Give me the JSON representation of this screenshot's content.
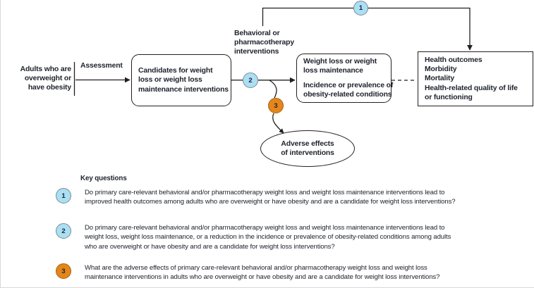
{
  "diagram": {
    "population_label": "Adults who are\noverweight or\nhave obesity",
    "population_lines": [
      "Adults who are",
      "overweight or",
      "have obesity"
    ],
    "assessment_label": "Assessment",
    "interventions_label_lines": [
      "Behavioral or",
      "pharmacotherapy",
      "interventions"
    ],
    "boxes": [
      {
        "id": "candidates",
        "shape": "rounded-rect",
        "paragraphs": [
          [
            "Candidates for weight",
            "loss or weight loss",
            "maintenance interventions"
          ]
        ]
      },
      {
        "id": "weight-loss",
        "shape": "rounded-rect",
        "paragraphs": [
          [
            "Weight loss or weight",
            "loss maintenance"
          ],
          [
            "Incidence or prevalence of",
            "obesity-related conditions"
          ]
        ]
      },
      {
        "id": "health-outcomes",
        "shape": "rect",
        "paragraphs": [
          [
            "Health outcomes",
            "Morbidity",
            "Mortality",
            "Health-related quality of life",
            "or functioning"
          ]
        ]
      }
    ],
    "ellipse": {
      "id": "adverse-effects",
      "lines": [
        "Adverse effects",
        "of interventions"
      ]
    },
    "badges": [
      {
        "id": "kq1-flow",
        "number": "1",
        "color": "#aadff4"
      },
      {
        "id": "kq2-flow",
        "number": "2",
        "color": "#aadff4"
      },
      {
        "id": "kq3-flow",
        "number": "3",
        "color": "#e4861b"
      }
    ]
  },
  "key_questions": {
    "title": "Key questions",
    "items": [
      {
        "number": "1",
        "color": "#aadff4",
        "lines": [
          "Do primary care-relevant behavioral and/or pharmacotherapy weight loss and weight loss maintenance interventions lead to",
          "improved health outcomes among adults who are overweight or have obesity and are a candidate for weight loss interventions?"
        ]
      },
      {
        "number": "2",
        "color": "#aadff4",
        "lines": [
          "Do primary care-relevant behavioral and/or pharmacotherapy weight loss and weight loss maintenance interventions lead to",
          "weight loss, weight loss maintenance, or a reduction in the incidence or prevalence of obesity-related conditions among adults",
          " who are overweight or have obesity and are a candidate for weight loss interventions?"
        ]
      },
      {
        "number": "3",
        "color": "#e4861b",
        "lines": [
          "What are the adverse effects of primary care-relevant behavioral and/or pharmacotherapy weight loss and weight loss",
          "maintenance interventions in adults who are overweight or have obesity and are a candidate for weight loss interventions?"
        ]
      }
    ]
  },
  "colors": {
    "blue_badge": "#aadff4",
    "orange_badge": "#e4861b",
    "stroke": "#231f20",
    "text": "#20242e",
    "background": "#ffffff"
  }
}
